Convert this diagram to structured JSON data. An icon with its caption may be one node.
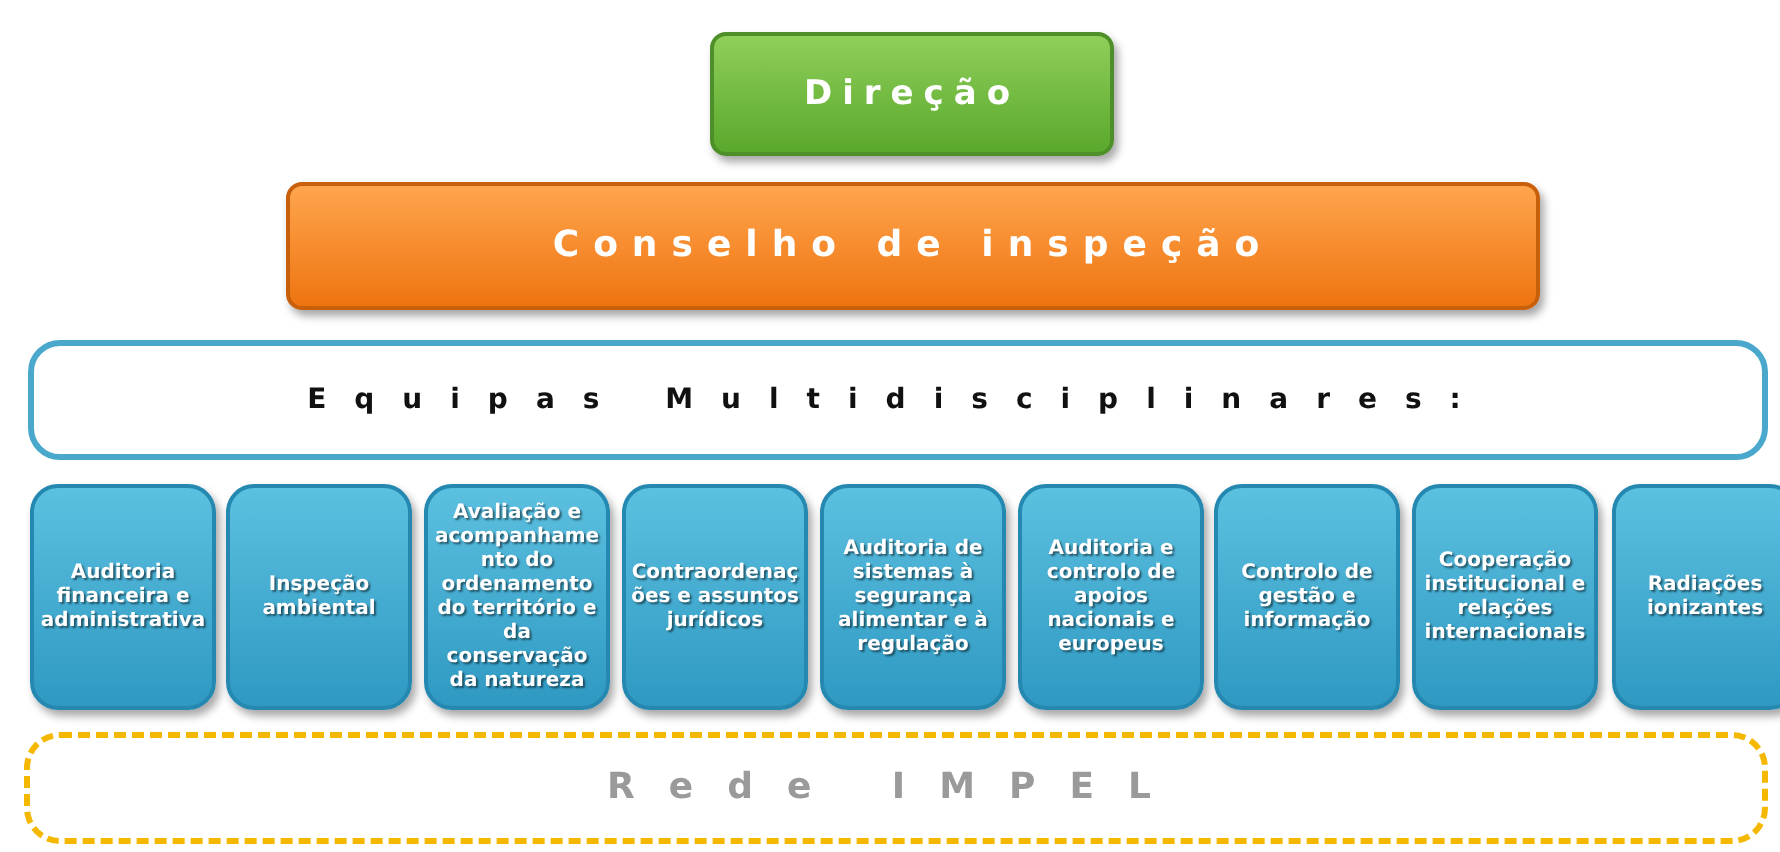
{
  "diagram": {
    "nodes": [
      {
        "text": [
          "Direção"
        ]
      },
      {
        "text": [
          "Conselho de inspeção"
        ]
      },
      {
        "text": [
          "Equipas Multidisciplinares:"
        ]
      },
      {
        "text": [
          "Auditoria financeira e administrativa"
        ]
      },
      {
        "text": [
          "Inspeção ambiental"
        ]
      },
      {
        "text": [
          "Avaliação e acompanhamento do ordenamento do território e da conservação da natureza"
        ]
      },
      {
        "text": [
          "Contraordenações e assuntos jurídicos"
        ]
      },
      {
        "text": [
          "Auditoria de sistemas à segurança alimentar e à regulação"
        ]
      },
      {
        "text": [
          "Auditoria e controlo de apoios nacionais e europeus"
        ]
      },
      {
        "text": [
          "Controlo de gestão e informação"
        ]
      },
      {
        "text": [
          "Cooperação institucional e relações internacionais"
        ]
      },
      {
        "text": [
          "Radiações ionizantes"
        ]
      },
      {
        "text": [
          "Rede IMPEL"
        ]
      }
    ]
  }
}
